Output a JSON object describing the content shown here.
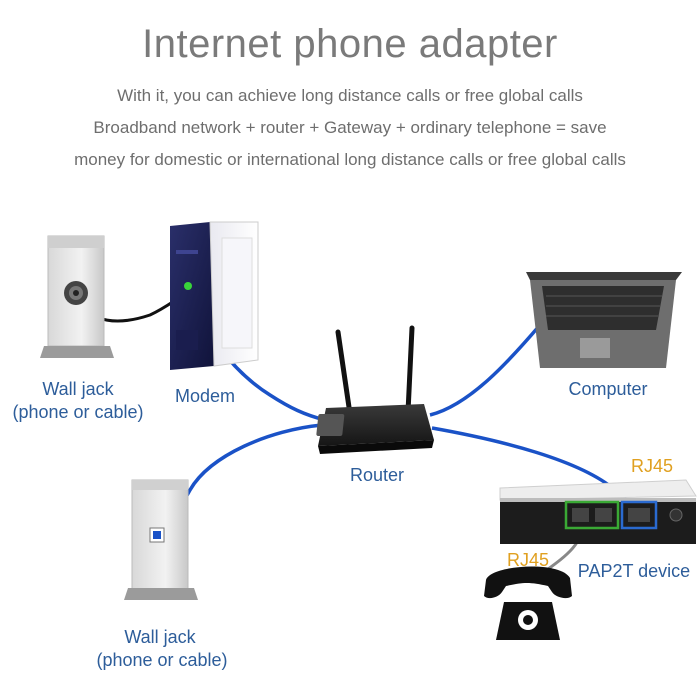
{
  "header": {
    "title": "Internet phone adapter",
    "subtitle_lines": [
      "With it, you can achieve long distance calls or free global calls",
      "Broadband network + router + Gateway + ordinary telephone = save",
      "money for domestic or international long distance calls or free global calls"
    ]
  },
  "labels": {
    "wall_jack_top_line1": "Wall jack",
    "wall_jack_top_line2": "(phone or cable)",
    "modem": "Modem",
    "router": "Router",
    "computer": "Computer",
    "rj45_top": "RJ45",
    "rj45_bottom": "RJ45",
    "pap2t": "PAP2T device",
    "wall_jack_bottom_line1": "Wall jack",
    "wall_jack_bottom_line2": "(phone or cable)"
  },
  "colors": {
    "cable_blue": "#1a52c7",
    "label_blue": "#2d5d9a",
    "rj45_orange": "#e0a020",
    "port_green": "#3aa935",
    "port_blue": "#2a6ad0"
  },
  "icons": [
    "wall-jack-icon",
    "modem-icon",
    "router-icon",
    "laptop-icon",
    "gateway-icon",
    "telephone-icon"
  ]
}
